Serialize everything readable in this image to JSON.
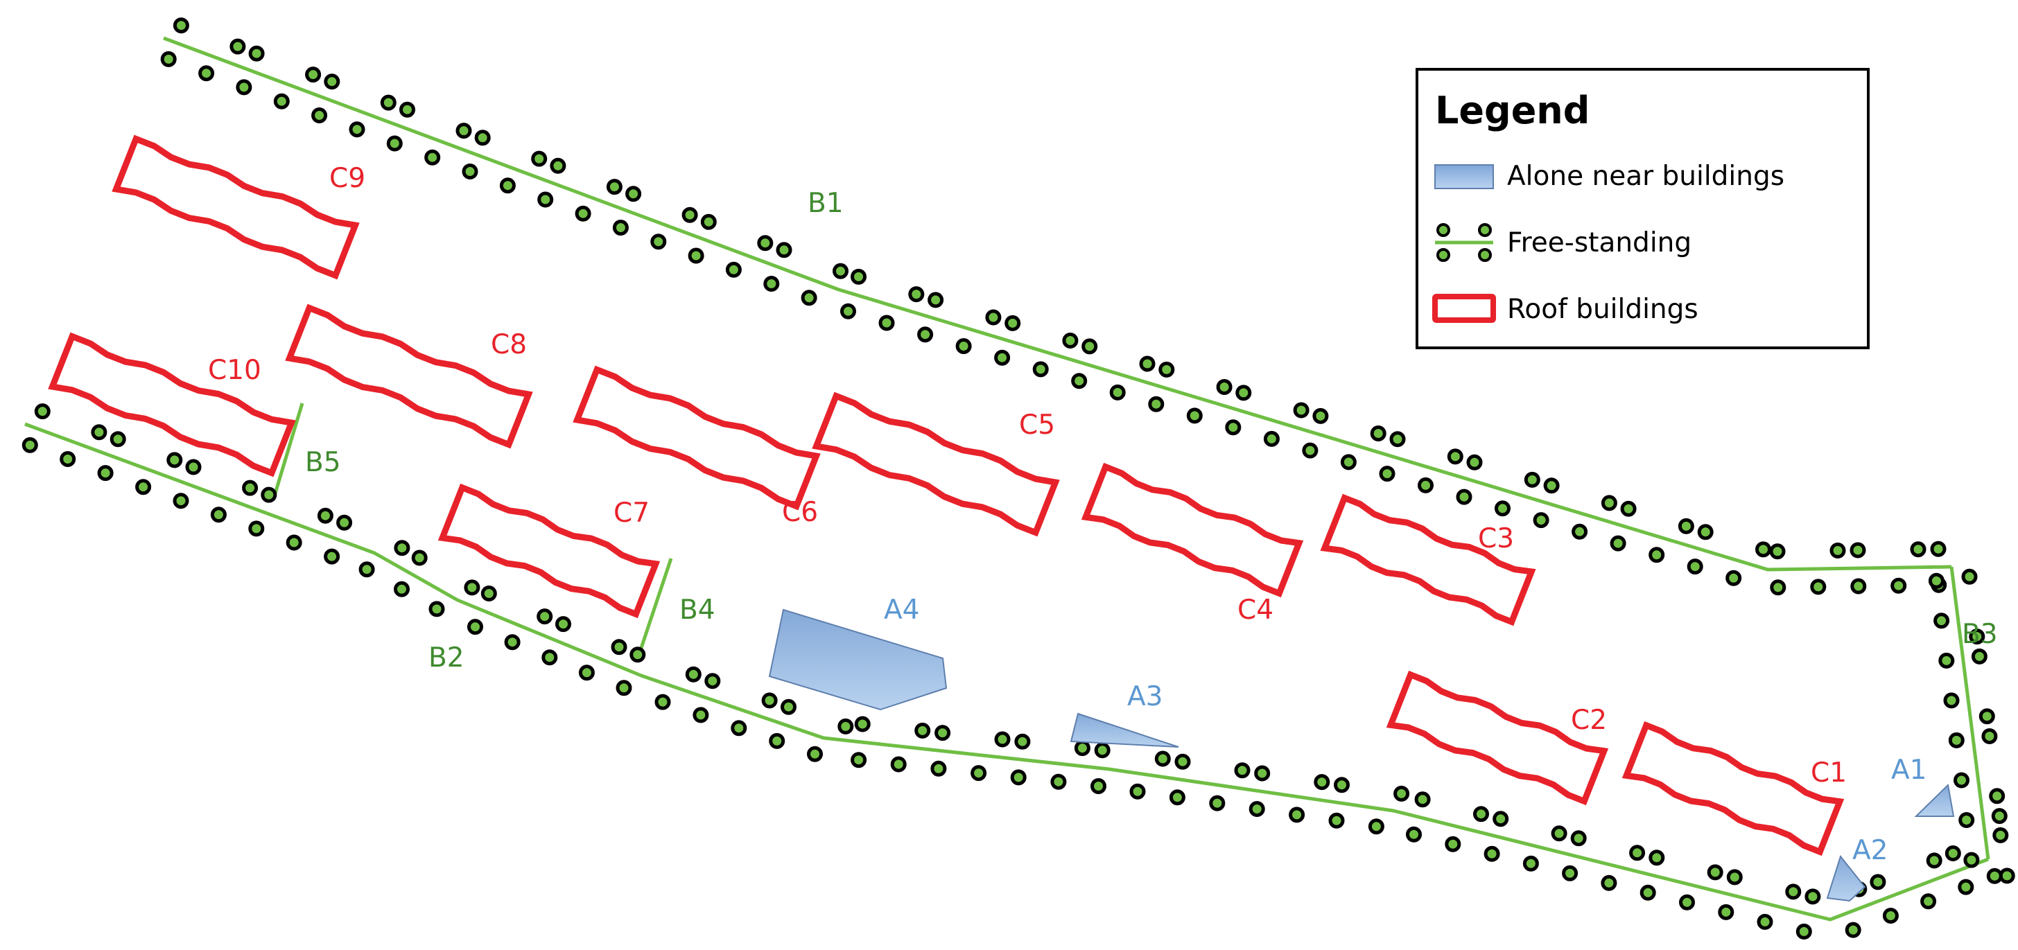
{
  "colors": {
    "roof": "#e8222a",
    "free_line": "#6fbe44",
    "free_dot_fill": "#6fbe44",
    "free_dot_stroke": "#000000",
    "alone_fill": "#a9c6e9",
    "alone_stroke": "#5e7fae",
    "free_label": "#3f8a2e",
    "alone_label": "#5b97d1"
  },
  "legend": {
    "title": "Legend",
    "items": [
      {
        "symbol": "polygon-icon",
        "label": "Alone near buildings"
      },
      {
        "symbol": "dotted-line-icon",
        "label": "Free-standing"
      },
      {
        "symbol": "rectangle-outline-icon",
        "label": "Roof buildings"
      }
    ]
  },
  "roof_buildings": [
    {
      "id": "C1"
    },
    {
      "id": "C2"
    },
    {
      "id": "C3"
    },
    {
      "id": "C4"
    },
    {
      "id": "C5"
    },
    {
      "id": "C6"
    },
    {
      "id": "C7"
    },
    {
      "id": "C8"
    },
    {
      "id": "C9"
    },
    {
      "id": "C10"
    }
  ],
  "free_standing": [
    {
      "id": "B1"
    },
    {
      "id": "B2"
    },
    {
      "id": "B3"
    },
    {
      "id": "B4"
    },
    {
      "id": "B5"
    }
  ],
  "alone_near_buildings": [
    {
      "id": "A1"
    },
    {
      "id": "A2"
    },
    {
      "id": "A3"
    },
    {
      "id": "A4"
    }
  ]
}
